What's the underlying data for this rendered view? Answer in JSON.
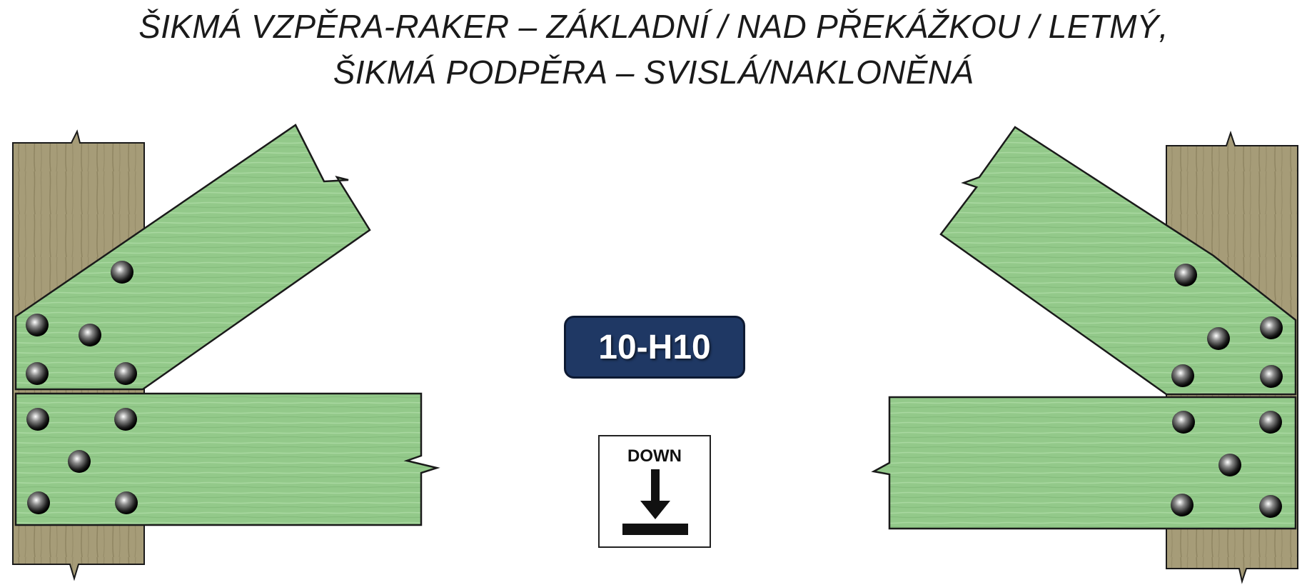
{
  "title": {
    "line1": "ŠIKMÁ VZPĚRA-RAKER – ZÁKLADNÍ / NAD PŘEKÁŽKOU / LETMÝ,",
    "line2": "ŠIKMÁ PODPĚRA – SVISLÁ/NAKLONĚNÁ"
  },
  "badge": {
    "label": "10-H10"
  },
  "down_sign": {
    "label": "DOWN"
  },
  "colors": {
    "post_wood": "#a69c78",
    "green_wood": "#93c98a",
    "badge_bg": "#1f3864",
    "outline": "#1a1a1a"
  },
  "icons": [
    "down-arrow-icon",
    "bolt-icon"
  ]
}
